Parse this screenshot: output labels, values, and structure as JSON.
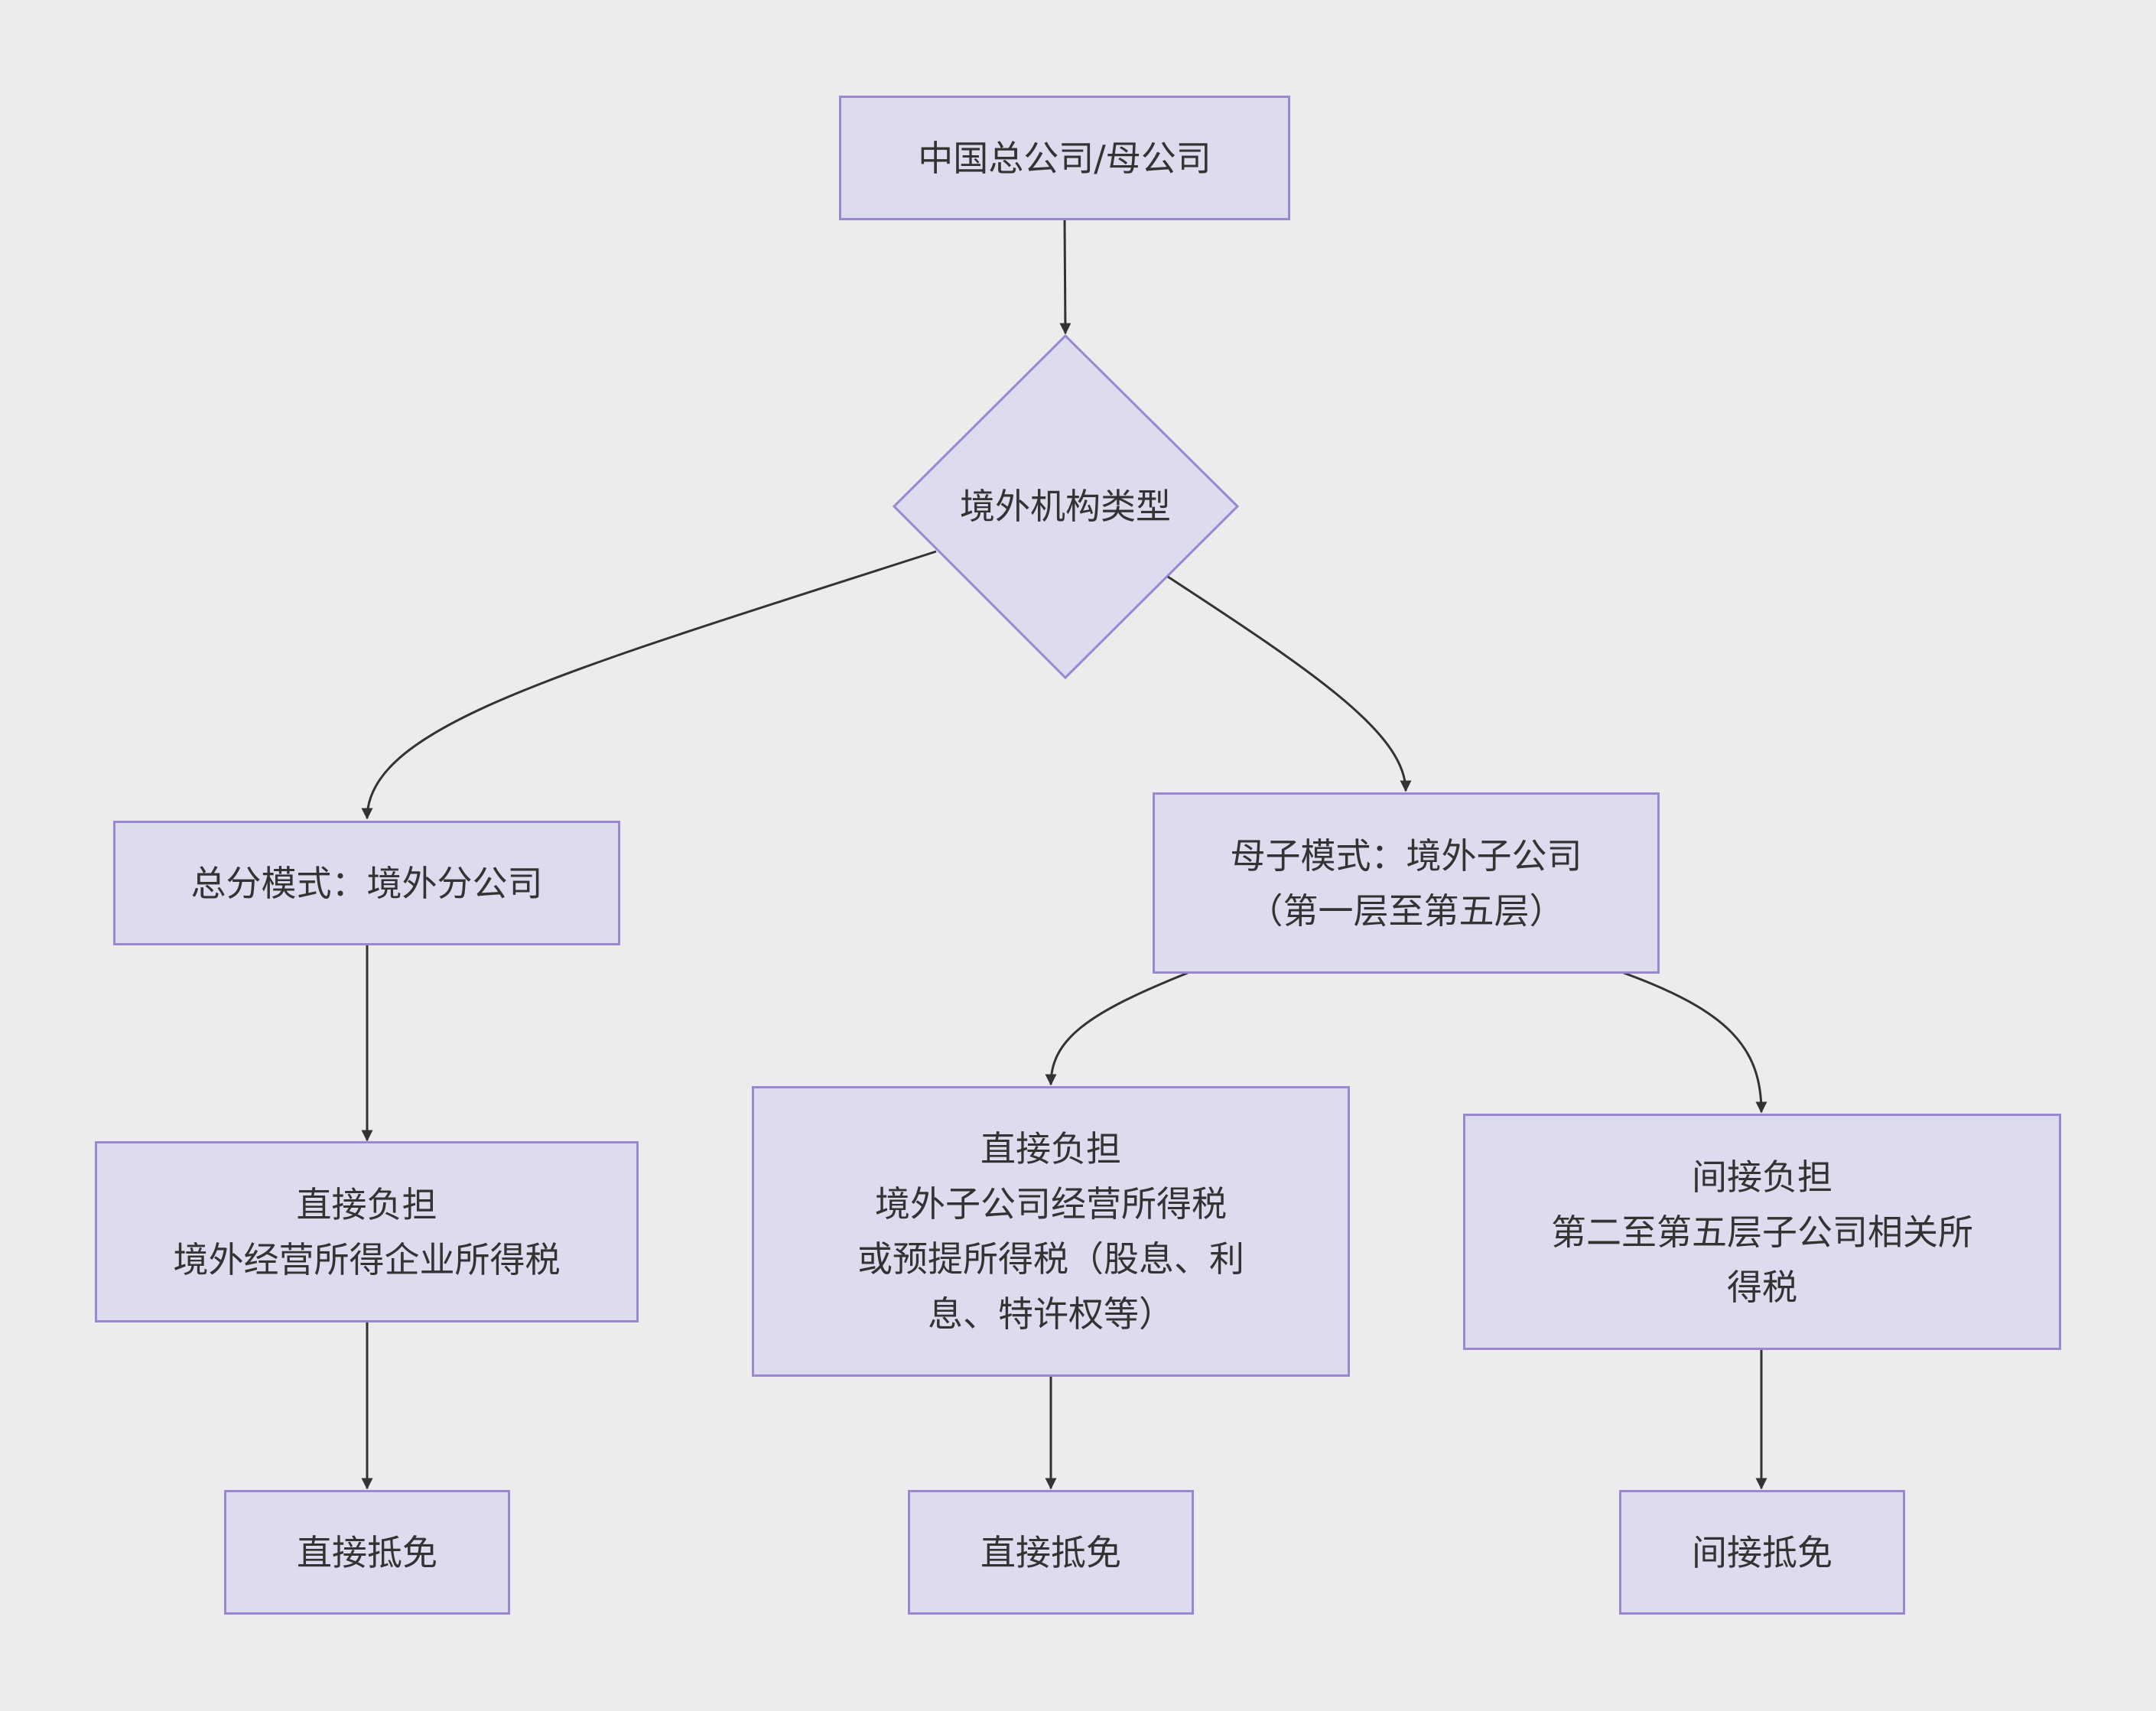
{
  "diagram": {
    "colors": {
      "background": "#ececec",
      "node_fill": "#dddcee",
      "node_border": "#9a86d2",
      "edge": "#333333",
      "text": "#333333"
    },
    "nodes": {
      "root": {
        "lines": [
          "中国总公司/母公司"
        ]
      },
      "decision": {
        "label": "境外机构类型"
      },
      "branch_mode": {
        "lines": [
          "总分模式：境外分公司"
        ]
      },
      "subsidiary_mode": {
        "lines": [
          "母子模式：境外子公司",
          "（第一层至第五层）"
        ]
      },
      "branch_direct_burden": {
        "lines": [
          "直接负担",
          "境外经营所得企业所得税"
        ]
      },
      "sub_direct_burden": {
        "lines": [
          "直接负担",
          "境外子公司经营所得税",
          "或预提所得税（股息、利",
          "息、特许权等）"
        ]
      },
      "sub_indirect_burden": {
        "lines": [
          "间接负担",
          "第二至第五层子公司相关所",
          "得税"
        ]
      },
      "branch_direct_credit": {
        "lines": [
          "直接抵免"
        ]
      },
      "sub_direct_credit": {
        "lines": [
          "直接抵免"
        ]
      },
      "sub_indirect_credit": {
        "lines": [
          "间接抵免"
        ]
      }
    }
  }
}
